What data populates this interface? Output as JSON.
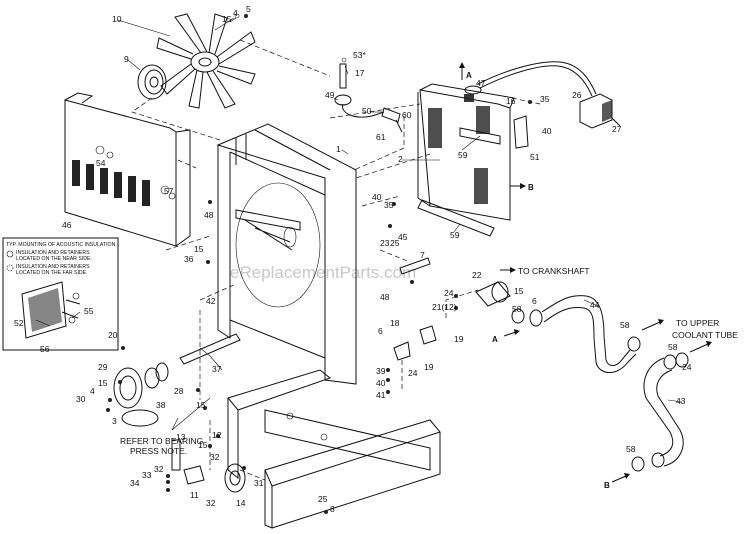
{
  "watermark": "eReplacementParts.com",
  "callouts": {
    "c1": "1",
    "c2": "2",
    "c3": "3",
    "c4": "4",
    "c5": "5",
    "c6a": "6",
    "c6b": "6",
    "c7": "7",
    "c8": "8",
    "c9": "9",
    "c10": "10",
    "c11": "11",
    "c12": "12",
    "c13": "13",
    "c14": "14",
    "c15a": "15",
    "c15b": "15",
    "c15c": "15",
    "c15d": "15",
    "c15e": "15",
    "c16": "16",
    "c17": "17",
    "c18": "18",
    "c19a": "19",
    "c19b": "19",
    "c20": "20",
    "c21": "21(12)",
    "c22": "22",
    "c23": "23",
    "c24a": "24",
    "c24b": "24",
    "c25a": "25",
    "c25b": "25",
    "c26": "26",
    "c27": "27",
    "c28": "28",
    "c29": "29",
    "c30": "30",
    "c31": "31",
    "c32a": "32",
    "c32b": "32",
    "c33": "33",
    "c34": "34",
    "c35a": "35",
    "c35b": "35",
    "c36": "36",
    "c37": "37",
    "c38": "38",
    "c39": "39",
    "c40a": "40",
    "c40b": "40",
    "c40c": "40",
    "c41": "41",
    "c42": "42",
    "c43": "43",
    "c44": "44",
    "c45": "45",
    "c46": "46",
    "c47": "47",
    "c48a": "48",
    "c48b": "48",
    "c49": "49",
    "c50": "50",
    "c51": "51",
    "c52": "52",
    "c53": "53*",
    "c55": "55",
    "c56": "56",
    "c57": "57",
    "c58a": "58",
    "c58b": "58",
    "c58c": "58",
    "c58d": "58",
    "c59a": "59",
    "c59b": "59",
    "c60": "60",
    "c61": "61",
    "c54": "54"
  },
  "arrows": {
    "a1": "A",
    "a2": "B",
    "a3": "A",
    "a4": "B"
  },
  "notes": {
    "crankshaft": "TO CRANKSHAFT",
    "upper_coolant_1": "TO UPPER",
    "upper_coolant_2": "COOLANT TUBE",
    "bearing_1": "REFER TO BEARING",
    "bearing_2": "PRESS NOTE."
  },
  "inset": {
    "title": "TYP. MOUNTING OF ACOUSTIC INSULATION.",
    "legend_near_1": "INSULATION AND RETAINERS",
    "legend_near_2": "LOCATED ON THE NEAR SIDE.",
    "legend_far_1": "INSULATION AND RETAINERS",
    "legend_far_2": "LOCATED ON THE FAR SIDE."
  }
}
